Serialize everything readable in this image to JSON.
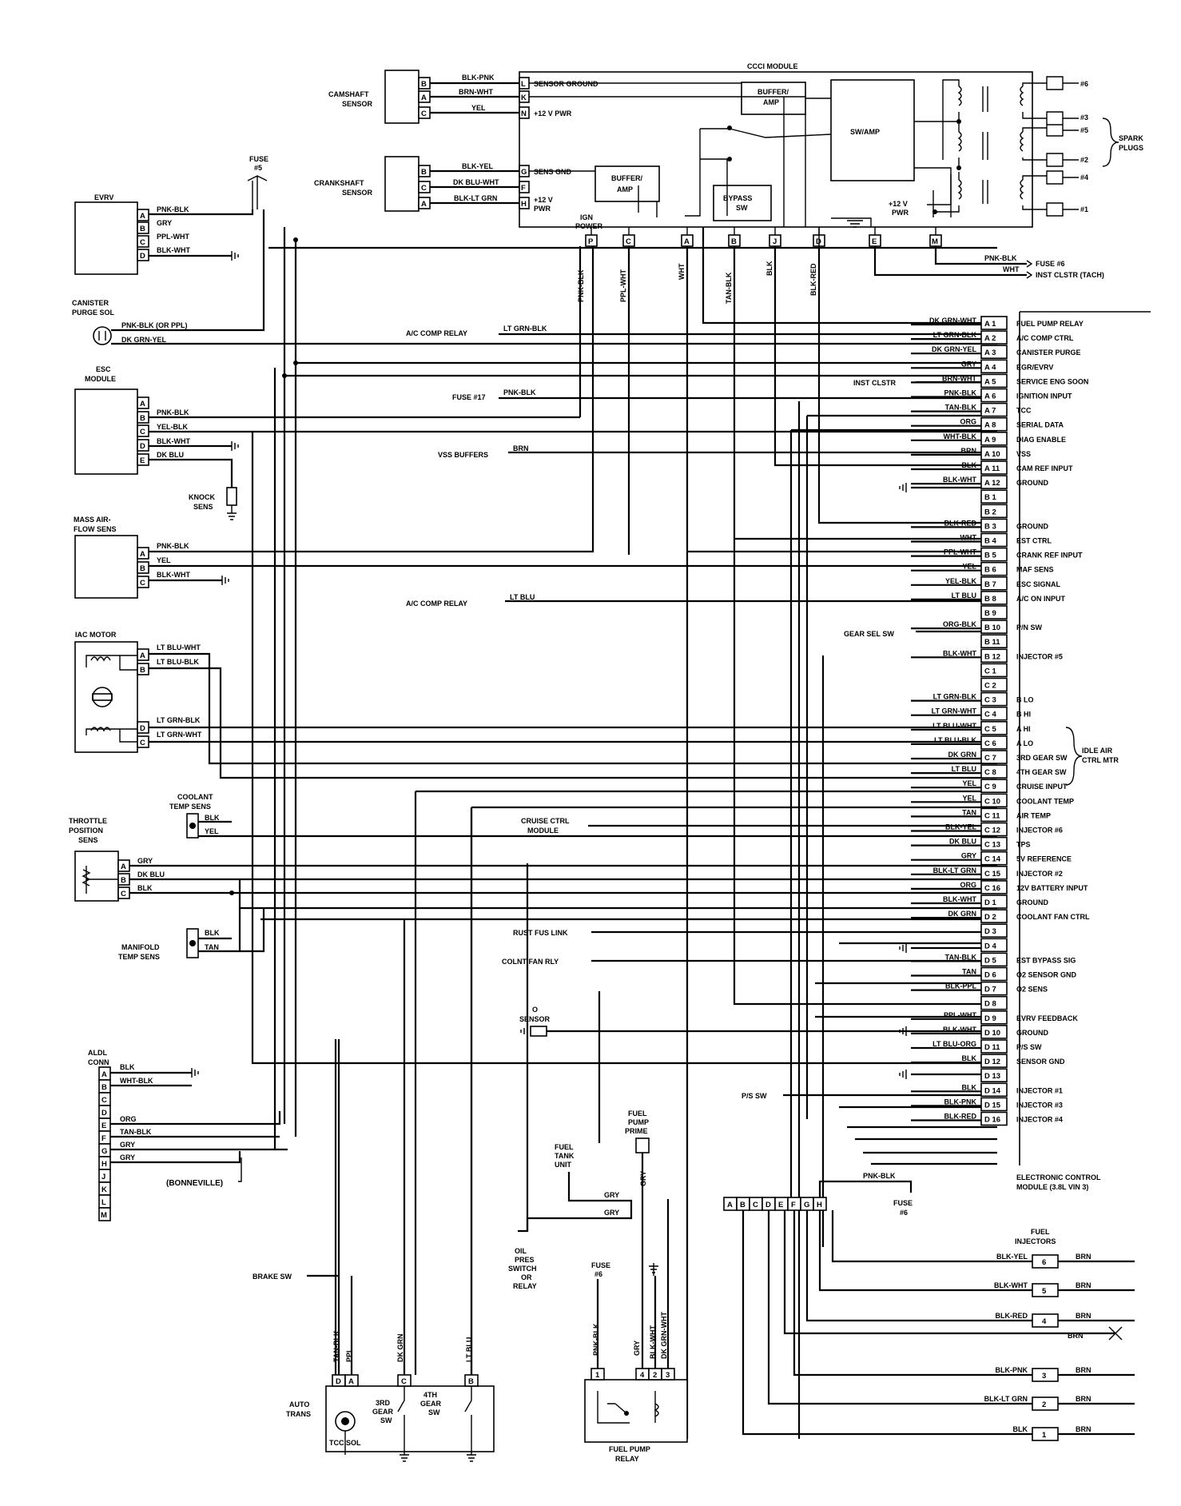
{
  "ccci": {
    "title": "CCCI MODULE",
    "sensor_ground": "SENSOR GROUND",
    "v12_pwr": "+12 V  PWR",
    "sens_gnd": "SENS GND",
    "v12": "+12 V",
    "pwr": "PWR",
    "buffer_amp_top": [
      "BUFFER/",
      "AMP"
    ],
    "buffer_amp_mid": [
      "BUFFER/",
      "AMP"
    ],
    "sw_amp": "SW/AMP",
    "bypass_sw": [
      "BYPASS",
      "SW"
    ],
    "ign_power": [
      "IGN",
      "POWER"
    ],
    "plus12v_pwr": [
      "+12 V",
      "PWR"
    ],
    "pins_left": [
      "L",
      "K",
      "N",
      "G",
      "F",
      "H"
    ],
    "pins_bottom": [
      "P",
      "C",
      "A",
      "B",
      "J",
      "D",
      "E",
      "M"
    ],
    "bottom_wires": [
      "PNK-BLK",
      "PPL-WHT",
      "WHT",
      "TAN-BLK",
      "BLK",
      "BLK-RED"
    ],
    "right_refs": [
      "PNK-BLK",
      "FUSE #6",
      "WHT",
      "INST CLSTR (TACH)"
    ]
  },
  "spark": {
    "label": [
      "SPARK",
      "PLUGS"
    ],
    "plugs": [
      "#6",
      "#3",
      "#5",
      "#2",
      "#4",
      "#1"
    ]
  },
  "camshaft": {
    "label": [
      "CAMSHAFT",
      "SENSOR"
    ],
    "pins": [
      "B",
      "A",
      "C"
    ],
    "wires": [
      "BLK-PNK",
      "BRN-WHT",
      "YEL"
    ]
  },
  "crankshaft": {
    "label": [
      "CRANKSHAFT",
      "SENSOR"
    ],
    "pins": [
      "B",
      "C",
      "A"
    ],
    "wires": [
      "BLK-YEL",
      "DK BLU-WHT",
      "BLK-LT GRN"
    ]
  },
  "fuse5": [
    "FUSE",
    "#5"
  ],
  "evrv": {
    "label": "EVRV",
    "pins": [
      "A",
      "B",
      "C",
      "D"
    ],
    "wires": [
      "PNK-BLK",
      "GRY",
      "PPL-WHT",
      "BLK-WHT"
    ]
  },
  "canister": {
    "label": [
      "CANISTER",
      "PURGE SOL"
    ],
    "wires": [
      "PNK-BLK (OR PPL)",
      "DK GRN-YEL"
    ]
  },
  "esc": {
    "label": [
      "ESC",
      "MODULE"
    ],
    "pins": [
      "A",
      "B",
      "C",
      "D",
      "E"
    ],
    "wires": [
      "PNK-BLK",
      "YEL-BLK",
      "BLK-WHT",
      "DK BLU"
    ]
  },
  "knock": [
    "KNOCK",
    "SENS"
  ],
  "maf": {
    "label": [
      "MASS AIR-",
      "FLOW SENS"
    ],
    "pins": [
      "A",
      "B",
      "C"
    ],
    "wires": [
      "PNK-BLK",
      "YEL",
      "BLK-WHT"
    ]
  },
  "iac": {
    "label": "IAC MOTOR",
    "pins": [
      "A",
      "B",
      "D",
      "C"
    ],
    "wires": [
      "LT BLU-WHT",
      "LT BLU-BLK",
      "LT GRN-BLK",
      "LT GRN-WHT"
    ]
  },
  "coolant_sens": {
    "label": [
      "COOLANT",
      "TEMP SENS"
    ],
    "wires": [
      "BLK",
      "YEL"
    ]
  },
  "tps": {
    "label": [
      "THROTTLE",
      "POSITION",
      "SENS"
    ],
    "pins": [
      "A",
      "B",
      "C"
    ],
    "wires": [
      "GRY",
      "DK BLU",
      "BLK"
    ]
  },
  "manifold": {
    "label": [
      "MANIFOLD",
      "TEMP SENS"
    ],
    "wires": [
      "BLK",
      "TAN"
    ]
  },
  "aldl": {
    "label": [
      "ALDL",
      "CONN"
    ],
    "pins": [
      "A",
      "B",
      "C",
      "D",
      "E",
      "F",
      "G",
      "H",
      "J",
      "K",
      "L",
      "M"
    ],
    "wires": [
      "BLK",
      "WHT-BLK",
      "ORG",
      "TAN-BLK",
      "GRY",
      "GRY"
    ],
    "note": "(BONNEVILLE)"
  },
  "refs": {
    "ac_comp_relay": "A/C COMP RELAY",
    "ac_comp_wire": "LT GRN-BLK",
    "fuse17": "FUSE #17",
    "fuse17_wire": "PNK-BLK",
    "vss": "VSS BUFFERS",
    "vss_wire": "BRN",
    "ac_comp_relay2": "A/C COMP RELAY",
    "ac_comp_wire2": "LT BLU",
    "inst_clstr": "INST CLSTR",
    "gear_sel": "GEAR SEL SW",
    "cruise": [
      "CRUISE CTRL",
      "MODULE"
    ],
    "rust": "RUST FUS LINK",
    "colnt_fan": "COLNT FAN RLY",
    "o2": [
      "O",
      "SENSOR"
    ],
    "ps_sw": "P/S SW",
    "brake": "BRAKE SW"
  },
  "ecm": {
    "label": [
      "ELECTRONIC CONTROL",
      "MODULE (3.8L VIN 3)"
    ],
    "idle_air": [
      "IDLE AIR",
      "CTRL MTR"
    ],
    "pins": [
      {
        "pin": "A 1",
        "wire": "DK GRN-WHT",
        "func": "FUEL PUMP RELAY"
      },
      {
        "pin": "A 2",
        "wire": "LT GRN-BLK",
        "func": "A/C COMP CTRL"
      },
      {
        "pin": "A 3",
        "wire": "DK GRN-YEL",
        "func": "CANISTER PURGE"
      },
      {
        "pin": "A 4",
        "wire": "GRY",
        "func": "EGR/EVRV"
      },
      {
        "pin": "A 5",
        "wire": "BRN-WHT",
        "func": "SERVICE ENG SOON"
      },
      {
        "pin": "A 6",
        "wire": "PNK-BLK",
        "func": "IGNITION INPUT"
      },
      {
        "pin": "A 7",
        "wire": "TAN-BLK",
        "func": "TCC"
      },
      {
        "pin": "A 8",
        "wire": "ORG",
        "func": "SERIAL DATA"
      },
      {
        "pin": "A 9",
        "wire": "WHT-BLK",
        "func": "DIAG ENABLE"
      },
      {
        "pin": "A 10",
        "wire": "BRN",
        "func": "VSS"
      },
      {
        "pin": "A 11",
        "wire": "BLK",
        "func": "CAM REF INPUT"
      },
      {
        "pin": "A 12",
        "wire": "BLK-WHT",
        "func": "GROUND"
      },
      {
        "pin": "B 1",
        "wire": "",
        "func": ""
      },
      {
        "pin": "B 2",
        "wire": "",
        "func": ""
      },
      {
        "pin": "B 3",
        "wire": "BLK-RED",
        "func": "GROUND"
      },
      {
        "pin": "B 4",
        "wire": "WHT",
        "func": "EST CTRL"
      },
      {
        "pin": "B 5",
        "wire": "PPL-WHT",
        "func": "CRANK REF INPUT"
      },
      {
        "pin": "B 6",
        "wire": "YEL",
        "func": "MAF SENS"
      },
      {
        "pin": "B 7",
        "wire": "YEL-BLK",
        "func": "ESC SIGNAL"
      },
      {
        "pin": "B 8",
        "wire": "LT BLU",
        "func": "A/C ON INPUT"
      },
      {
        "pin": "B 9",
        "wire": "",
        "func": ""
      },
      {
        "pin": "B 10",
        "wire": "ORG-BLK",
        "func": "P/N SW"
      },
      {
        "pin": "B 11",
        "wire": "",
        "func": ""
      },
      {
        "pin": "B 12",
        "wire": "BLK-WHT",
        "func": "INJECTOR #5"
      },
      {
        "pin": "C 1",
        "wire": "",
        "func": ""
      },
      {
        "pin": "C 2",
        "wire": "",
        "func": ""
      },
      {
        "pin": "C 3",
        "wire": "LT GRN-BLK",
        "func": "B LO"
      },
      {
        "pin": "C 4",
        "wire": "LT GRN-WHT",
        "func": "B HI"
      },
      {
        "pin": "C 5",
        "wire": "LT BLU-WHT",
        "func": "A HI"
      },
      {
        "pin": "C 6",
        "wire": "LT BLU-BLK",
        "func": "A LO"
      },
      {
        "pin": "C 7",
        "wire": "DK GRN",
        "func": "3RD GEAR SW"
      },
      {
        "pin": "C 8",
        "wire": "LT BLU",
        "func": "4TH GEAR SW"
      },
      {
        "pin": "C 9",
        "wire": "YEL",
        "func": "CRUISE INPUT"
      },
      {
        "pin": "C 10",
        "wire": "YEL",
        "func": "COOLANT TEMP"
      },
      {
        "pin": "C 11",
        "wire": "TAN",
        "func": "AIR TEMP"
      },
      {
        "pin": "C 12",
        "wire": "BLK-YEL",
        "func": "INJECTOR #6"
      },
      {
        "pin": "C 13",
        "wire": "DK BLU",
        "func": "TPS"
      },
      {
        "pin": "C 14",
        "wire": "GRY",
        "func": "5V REFERENCE"
      },
      {
        "pin": "C 15",
        "wire": "BLK-LT GRN",
        "func": "INJECTOR #2"
      },
      {
        "pin": "C 16",
        "wire": "ORG",
        "func": "12V BATTERY INPUT"
      },
      {
        "pin": "D 1",
        "wire": "BLK-WHT",
        "func": "GROUND"
      },
      {
        "pin": "D 2",
        "wire": "DK GRN",
        "func": "COOLANT FAN CTRL"
      },
      {
        "pin": "D 3",
        "wire": "",
        "func": ""
      },
      {
        "pin": "D 4",
        "wire": "",
        "func": ""
      },
      {
        "pin": "D 5",
        "wire": "TAN-BLK",
        "func": "EST BYPASS SIG"
      },
      {
        "pin": "D 6",
        "wire": "TAN",
        "func": "O2 SENSOR GND"
      },
      {
        "pin": "D 7",
        "wire": "BLK-PPL",
        "func": "O2 SENS"
      },
      {
        "pin": "D 8",
        "wire": "",
        "func": ""
      },
      {
        "pin": "D 9",
        "wire": "PPL-WHT",
        "func": "EVRV FEEDBACK"
      },
      {
        "pin": "D 10",
        "wire": "BLK-WHT",
        "func": "GROUND"
      },
      {
        "pin": "D 11",
        "wire": "LT BLU-ORG",
        "func": "P/S SW"
      },
      {
        "pin": "D 12",
        "wire": "BLK",
        "func": "SENSOR GND"
      },
      {
        "pin": "D 13",
        "wire": "",
        "func": ""
      },
      {
        "pin": "D 14",
        "wire": "BLK",
        "func": "INJECTOR #1"
      },
      {
        "pin": "D 15",
        "wire": "BLK-PNK",
        "func": "INJECTOR #3"
      },
      {
        "pin": "D 16",
        "wire": "BLK-RED",
        "func": "INJECTOR #4"
      }
    ]
  },
  "injector_conn": {
    "pins": [
      "A",
      "B",
      "C",
      "D",
      "E",
      "F",
      "G",
      "H"
    ],
    "wire": "PNK-BLK",
    "fuse": [
      "FUSE",
      "#6"
    ]
  },
  "injectors": {
    "label": [
      "FUEL",
      "INJECTORS"
    ],
    "items": [
      {
        "num": "6",
        "wire": "BLK-YEL",
        "out": "BRN"
      },
      {
        "num": "5",
        "wire": "BLK-WHT",
        "out": "BRN"
      },
      {
        "num": "4",
        "wire": "BLK-RED",
        "out": "BRN"
      },
      {
        "num": "3",
        "wire": "BLK-PNK",
        "out": "BRN"
      },
      {
        "num": "2",
        "wire": "BLK-LT GRN",
        "out": "BRN"
      },
      {
        "num": "1",
        "wire": "BLK",
        "out": "BRN"
      }
    ],
    "brn": "BRN"
  },
  "fuel": {
    "pump_prime": [
      "FUEL",
      "PUMP",
      "PRIME"
    ],
    "tank_unit": [
      "FUEL",
      "TANK",
      "UNIT"
    ],
    "oil_pres": [
      "OIL",
      "PRES",
      "SWITCH",
      "OR",
      "RELAY"
    ],
    "fuse6": [
      "FUSE",
      "#6"
    ],
    "gry_a": "GRY",
    "gry_b": "GRY",
    "gry_c": "GRY",
    "relay_wires": [
      "PNK-BLK",
      "GRY",
      "BLK-WHT",
      "DK GRN-WHT"
    ],
    "relay_pins": [
      "1",
      "4",
      "2",
      "3"
    ],
    "relay_label": [
      "FUEL PUMP",
      "RELAY"
    ]
  },
  "trans": {
    "label": [
      "AUTO",
      "TRANS"
    ],
    "pins": [
      "D",
      "A",
      "C",
      "B"
    ],
    "wires": [
      "TAN-BLK",
      "PPL",
      "DK GRN",
      "LT BLU"
    ],
    "tcc": "TCC SOL",
    "gear3": [
      "3RD",
      "GEAR",
      "SW"
    ],
    "gear4": [
      "4TH",
      "GEAR",
      "SW"
    ]
  }
}
